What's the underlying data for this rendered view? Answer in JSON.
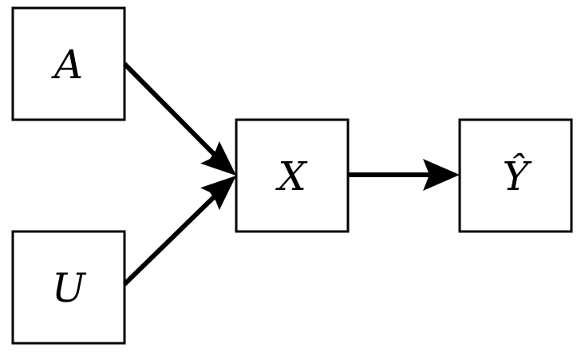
{
  "diagram": {
    "nodes": [
      {
        "id": "A",
        "label": "A"
      },
      {
        "id": "U",
        "label": "U"
      },
      {
        "id": "X",
        "label": "X"
      },
      {
        "id": "Yhat",
        "label": "Ŷ"
      }
    ],
    "edges": [
      {
        "from": "A",
        "to": "X"
      },
      {
        "from": "U",
        "to": "X"
      },
      {
        "from": "X",
        "to": "Yhat"
      }
    ],
    "colors": {
      "stroke": "#000000",
      "fill": "#ffffff"
    }
  }
}
